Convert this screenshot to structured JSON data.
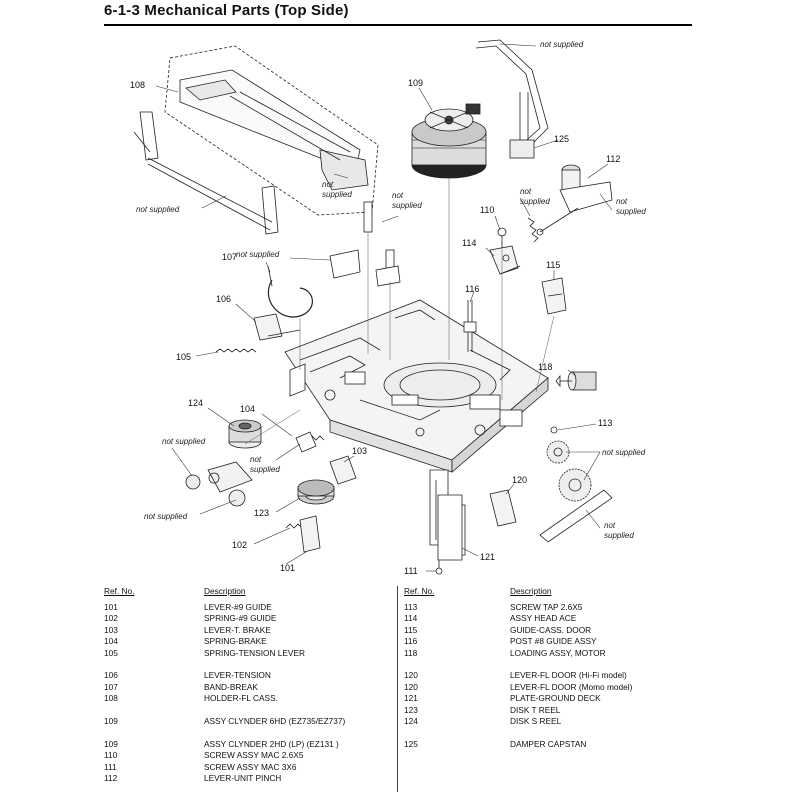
{
  "header": {
    "title": "6-1-3  Mechanical Parts (Top Side)"
  },
  "callouts": {
    "c108": "108",
    "c109": "109",
    "c125": "125",
    "c112": "112",
    "c110": "110",
    "c114": "114",
    "c115": "115",
    "c107": "107",
    "c106": "106",
    "c105": "105",
    "c116": "116",
    "c118": "118",
    "c124": "124",
    "c104": "104",
    "c113": "113",
    "c103": "103",
    "c120": "120",
    "c123": "123",
    "c102": "102",
    "c101": "101",
    "c121": "121",
    "c111": "111"
  },
  "not_supplied_line1": "not",
  "not_supplied_line2": "supplied",
  "not_supplied": "not supplied",
  "parts_table": {
    "ref_header": "Ref. No.",
    "desc_header": "Description",
    "left": [
      {
        "ref": "101",
        "desc": "LEVER-#9 GUIDE"
      },
      {
        "ref": "102",
        "desc": "SPRING-#9 GUIDE"
      },
      {
        "ref": "103",
        "desc": "LEVER-T. BRAKE"
      },
      {
        "ref": "104",
        "desc": "SPRING-BRAKE"
      },
      {
        "ref": "105",
        "desc": "SPRING-TENSION LEVER"
      },
      {
        "ref": "106",
        "desc": "LEVER-TENSION"
      },
      {
        "ref": "107",
        "desc": "BAND-BREAK"
      },
      {
        "ref": "108",
        "desc": "HOLDER-FL CASS."
      },
      {
        "ref": "109",
        "desc": "ASSY CLYNDER 6HD (EZ735/EZ737)"
      },
      {
        "ref": "109",
        "desc": "ASSY CLYNDER 2HD (LP) (EZ131          )"
      },
      {
        "ref": "110",
        "desc": "SCREW ASSY MAC 2.6X5"
      },
      {
        "ref": "111",
        "desc": "SCREW ASSY MAC 3X6"
      },
      {
        "ref": "112",
        "desc": "LEVER-UNIT PINCH"
      }
    ],
    "right": [
      {
        "ref": "113",
        "desc": "SCREW TAP 2.6X5"
      },
      {
        "ref": "114",
        "desc": "ASSY HEAD ACE"
      },
      {
        "ref": "115",
        "desc": "GUIDE-CASS. DOOR"
      },
      {
        "ref": "116",
        "desc": "POST #8 GUIDE ASSY"
      },
      {
        "ref": "118",
        "desc": "LOADING ASSY, MOTOR"
      },
      {
        "ref": "120",
        "desc": "LEVER-FL DOOR (Hi-Fi model)"
      },
      {
        "ref": "120",
        "desc": "LEVER-FL DOOR (Momo model)"
      },
      {
        "ref": "121",
        "desc": "PLATE-GROUND DECK"
      },
      {
        "ref": "123",
        "desc": "DISK T REEL"
      },
      {
        "ref": "124",
        "desc": "DISK S REEL"
      },
      {
        "ref": "125",
        "desc": "DAMPER CAPSTAN"
      }
    ]
  }
}
